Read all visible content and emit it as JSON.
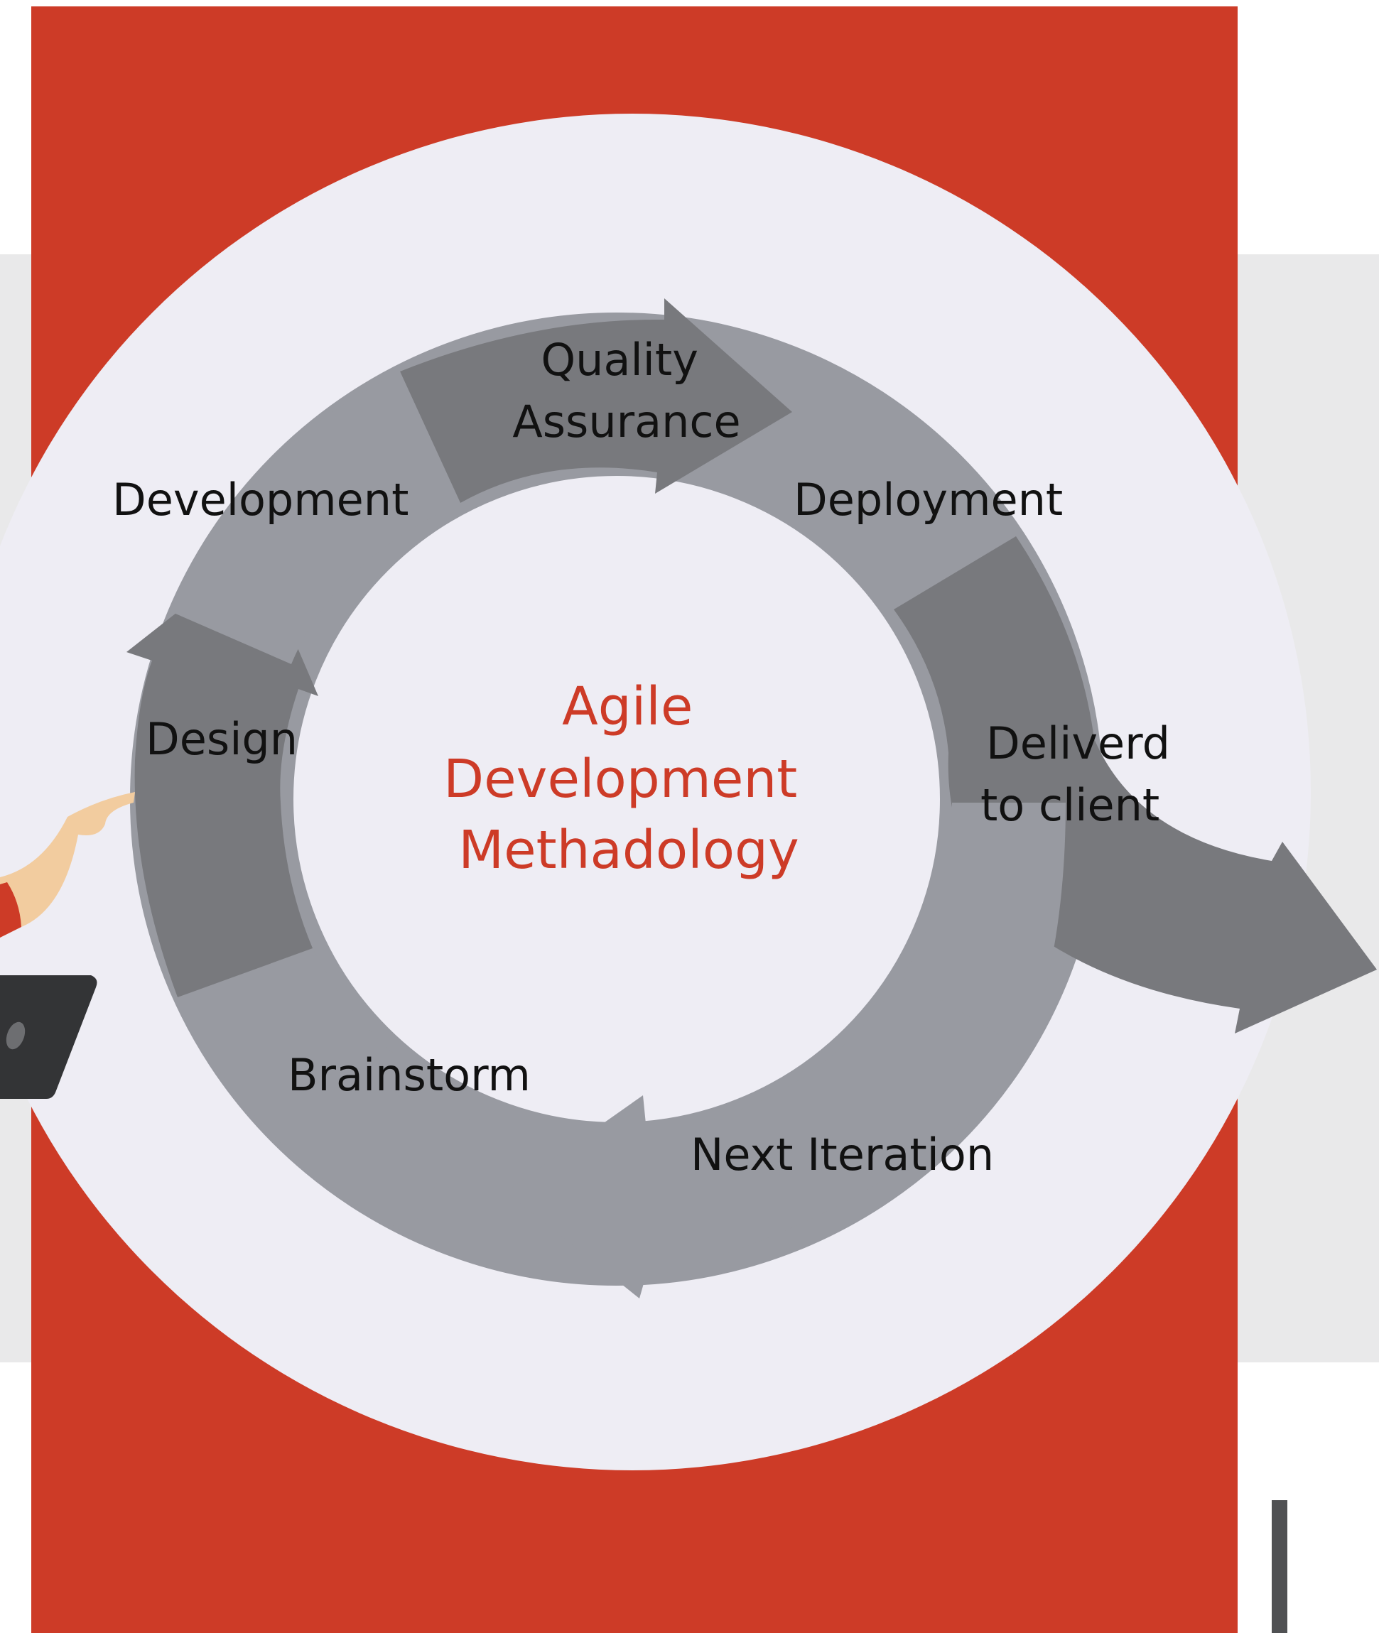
{
  "title_lines": [
    "Agile",
    "Development",
    "Methadology"
  ],
  "stages": {
    "quality_assurance": [
      "Quality",
      "Assurance"
    ],
    "development": [
      "Development"
    ],
    "deployment": [
      "Deployment"
    ],
    "design": [
      "Design"
    ],
    "delivered": [
      "Deliverd",
      "to client"
    ],
    "brainstorm": [
      "Brainstorm"
    ],
    "next_iteration": [
      "Next Iteration"
    ]
  },
  "colors": {
    "background": "#ffffff",
    "panel_gray": "#e9e9ea",
    "brand_red": "#cd3b27",
    "inner_circle": "#eeedf4",
    "arrow_light": "#989aa1",
    "arrow_dark": "#78797d",
    "title_red": "#cd3b27",
    "laptop": "#333436",
    "skin": "#f2cc9f"
  },
  "icons": [
    "hand-icon",
    "laptop-icon"
  ]
}
